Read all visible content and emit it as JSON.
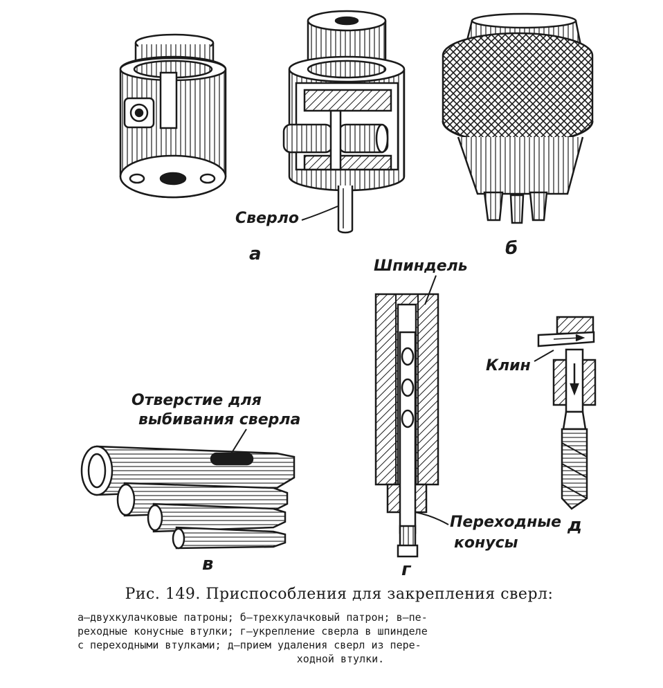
{
  "figure": {
    "parts": {
      "a": "а",
      "b": "б",
      "v": "в",
      "g": "г",
      "d": "д"
    },
    "callouts": {
      "drill": "Сверло",
      "spindle": "Шпиндель",
      "wedge": "Клин",
      "hole_line1": "Отверстие для",
      "hole_line2": "выбивания сверла",
      "cones_line1": "Переходные",
      "cones_line2": "конусы"
    }
  },
  "caption": {
    "title": "Рис. 149. Приспособления для закрепления сверл:",
    "lines": [
      "а—двухкулачковые патроны; б—трехкулачковый патрон; в—пе-",
      "реходные конусные втулки; г—укрепление сверла в шпинделе",
      "с переходными втулками; д—прием удаления сверл из пере-",
      "ходной втулки."
    ]
  },
  "colors": {
    "ink": "#1a1a1a",
    "paper": "#ffffff"
  }
}
